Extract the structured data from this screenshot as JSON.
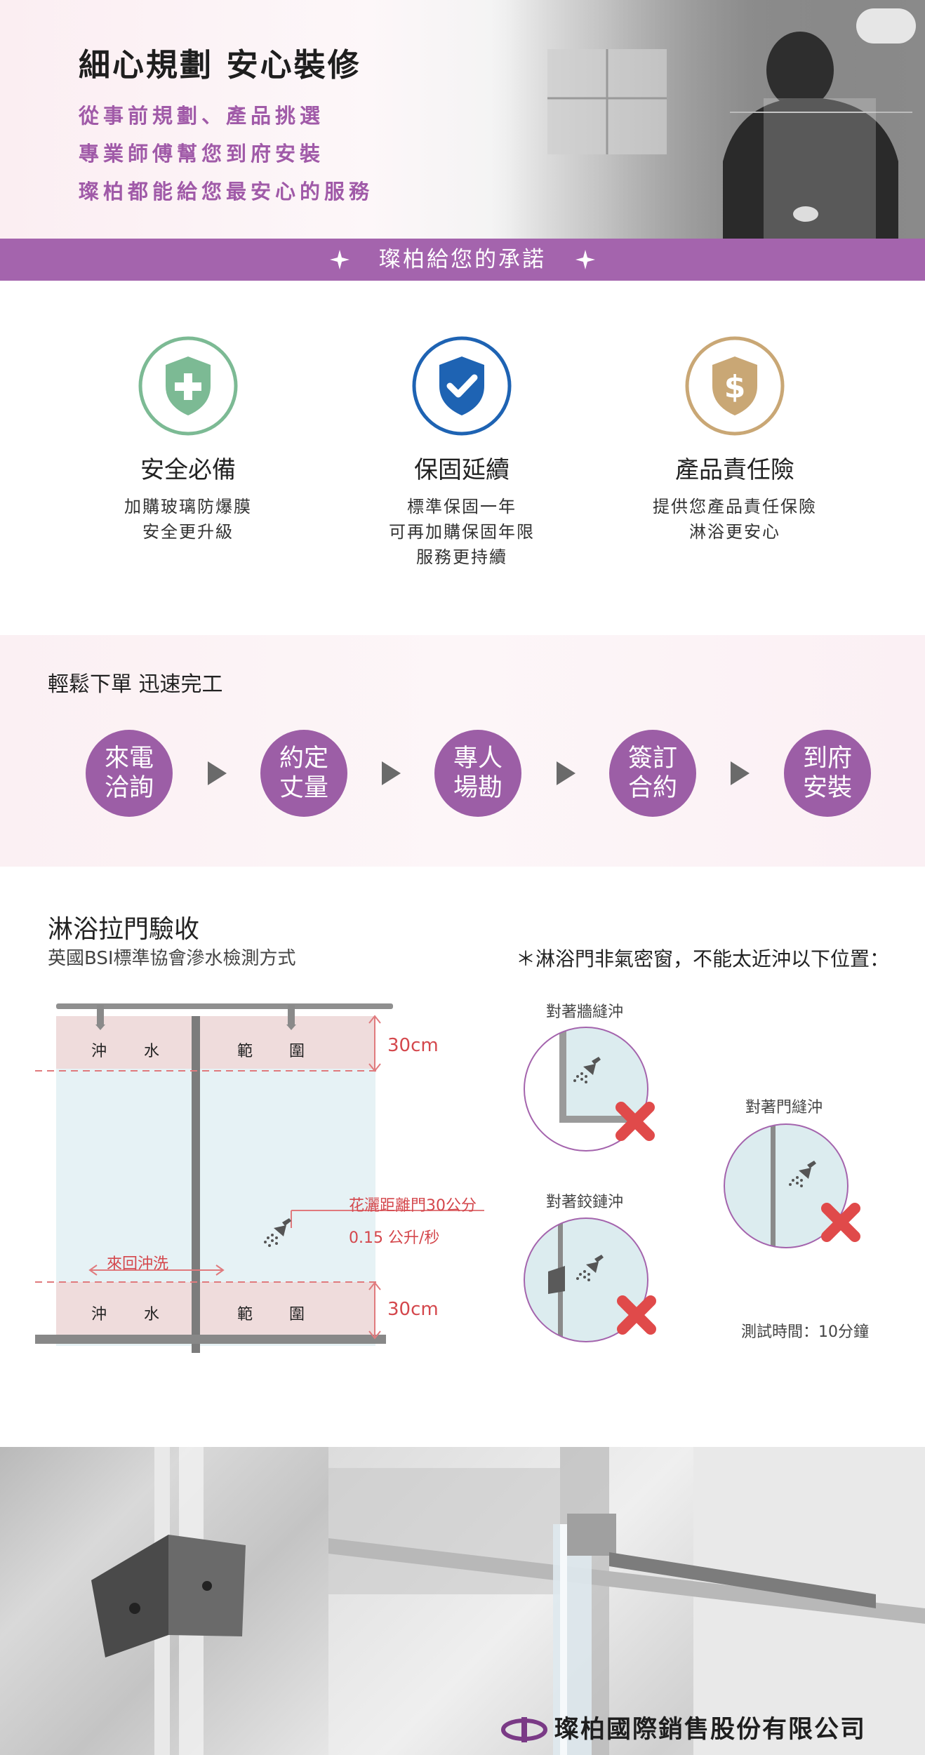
{
  "hero": {
    "title": "細心規劃 安心裝修",
    "lines": [
      "從事前規劃、產品挑選",
      "專業師傅幫您到府安裝",
      "璨柏都能給您最安心的服務"
    ]
  },
  "promise": {
    "title": "璨柏給您的承諾",
    "features": [
      {
        "icon": "shield-plus-icon",
        "color": "#7cba94",
        "title": "安全必備",
        "desc": [
          "加購玻璃防爆膜",
          "安全更升級"
        ]
      },
      {
        "icon": "shield-check-icon",
        "color": "#1e63b3",
        "title": "保固延續",
        "desc": [
          "標準保固一年",
          "可再加購保固年限",
          "服務更持續"
        ]
      },
      {
        "icon": "shield-dollar-icon",
        "color": "#c9a775",
        "title": "產品責任險",
        "desc": [
          "提供您產品責任保險",
          "淋浴更安心"
        ]
      }
    ]
  },
  "steps": {
    "title": "輕鬆下單 迅速完工",
    "items": [
      [
        "來電",
        "洽詢"
      ],
      [
        "約定",
        "丈量"
      ],
      [
        "專人",
        "場勘"
      ],
      [
        "簽訂",
        "合約"
      ],
      [
        "到府",
        "安裝"
      ]
    ]
  },
  "acceptance": {
    "title": "淋浴拉門驗收",
    "subtitle": "英國BSI標準協會滲水檢測方式",
    "note": "＊淋浴門非氣密窗，不能太近沖以下位置：",
    "zone_top": [
      "沖",
      "水",
      "範",
      "圍"
    ],
    "zone_bottom": [
      "沖",
      "水",
      "範",
      "圍"
    ],
    "height_top": "30cm",
    "height_bottom": "30cm",
    "shower_distance": "花灑距離門30公分",
    "flow_rate": "0.15 公升/秒",
    "sweep": "來回沖洗",
    "cases": [
      {
        "label": "對著牆縫沖"
      },
      {
        "label": "對著門縫沖"
      },
      {
        "label": "對著鉸鏈沖"
      }
    ],
    "test_time": "測試時間：10分鐘"
  },
  "footer": {
    "company": "璨柏國際銷售股份有限公司",
    "brand_color": "#7a3a86"
  }
}
